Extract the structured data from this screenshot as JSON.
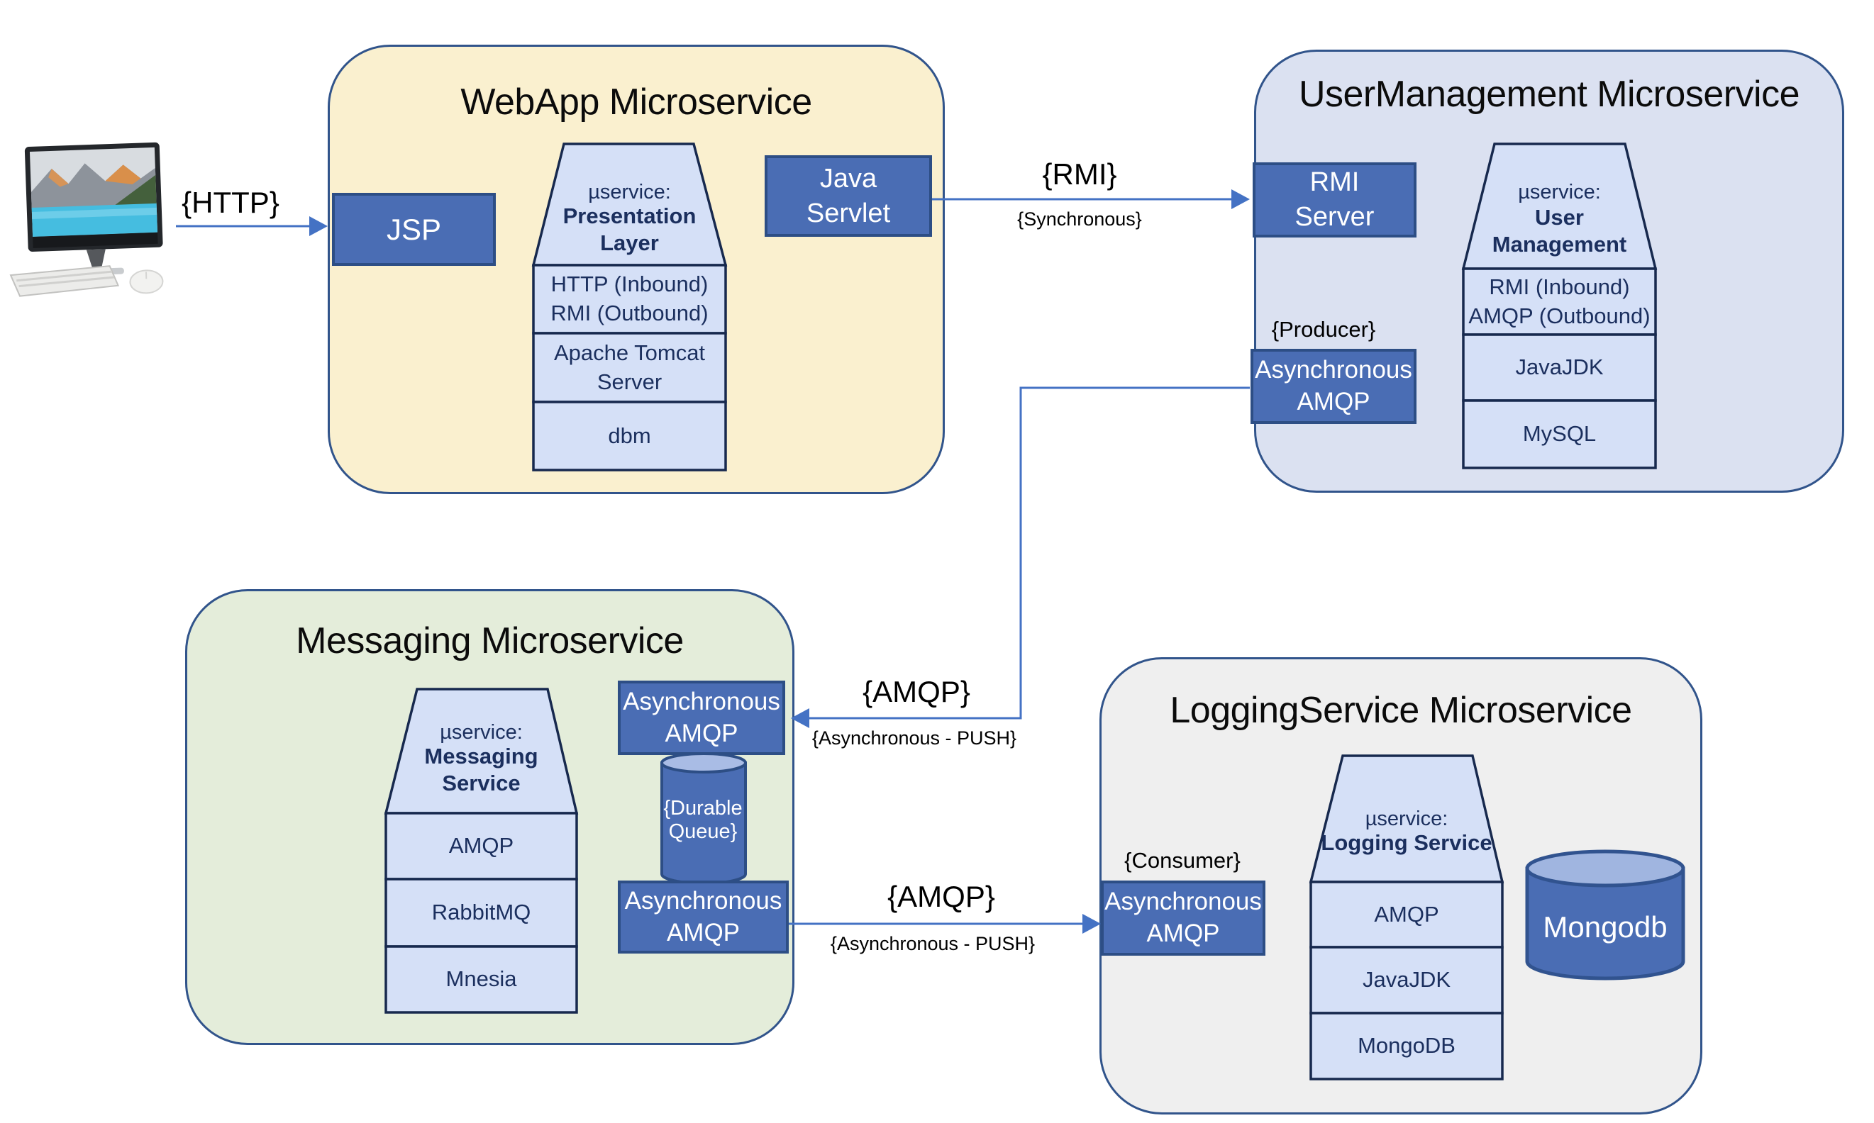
{
  "colors": {
    "webapp_fill": "#faf0cf",
    "usermanagement_fill": "#dbe1f1",
    "messaging_fill": "#e4edda",
    "logging_fill": "#efefef",
    "group_border": "#31548b",
    "component_fill": "#4a6db4",
    "component_border": "#2d4e85",
    "stack_fill": "#d5e0f7",
    "stack_border": "#17294e",
    "stack_text": "#1b2f5e",
    "arrow": "#4472c4",
    "cylinder_top": "#a9bce5"
  },
  "connections": {
    "http": {
      "label": "{HTTP}"
    },
    "rmi": {
      "label": "{RMI}",
      "sublabel": "{Synchronous}"
    },
    "amqp_in": {
      "label": "{AMQP}",
      "sublabel": "{Asynchronous - PUSH}"
    },
    "amqp_out": {
      "label": "{AMQP}",
      "sublabel": "{Asynchronous - PUSH}"
    }
  },
  "webapp": {
    "title": "WebApp Microservice",
    "jsp": "JSP",
    "java_servlet": "Java\nServlet",
    "stack": {
      "kind": "µservice:",
      "name": "Presentation\nLayer",
      "layers": [
        "HTTP (Inbound)\nRMI (Outbound)",
        "Apache Tomcat\nServer",
        "dbm"
      ]
    }
  },
  "usermanagement": {
    "title": "UserManagement Microservice",
    "rmi_server": "RMI\nServer",
    "producer": "{Producer}",
    "async_amqp": "Asynchronous\nAMQP",
    "stack": {
      "kind": "µservice:",
      "name": "User\nManagement",
      "layers": [
        "RMI (Inbound)\nAMQP (Outbound)",
        "JavaJDK",
        "MySQL"
      ]
    }
  },
  "messaging": {
    "title": "Messaging Microservice",
    "async_amqp_in": "Asynchronous\nAMQP",
    "durable_queue": "{Durable\nQueue}",
    "async_amqp_out": "Asynchronous\nAMQP",
    "stack": {
      "kind": "µservice:",
      "name": "Messaging\nService",
      "layers": [
        "AMQP",
        "RabbitMQ",
        "Mnesia"
      ]
    }
  },
  "logging": {
    "title": "LoggingService Microservice",
    "consumer": "{Consumer}",
    "async_amqp": "Asynchronous\nAMQP",
    "mongodb": "Mongodb",
    "stack": {
      "kind": "µservice:",
      "name": "Logging Service",
      "layers": [
        "AMQP",
        "JavaJDK",
        "MongoDB"
      ]
    }
  }
}
